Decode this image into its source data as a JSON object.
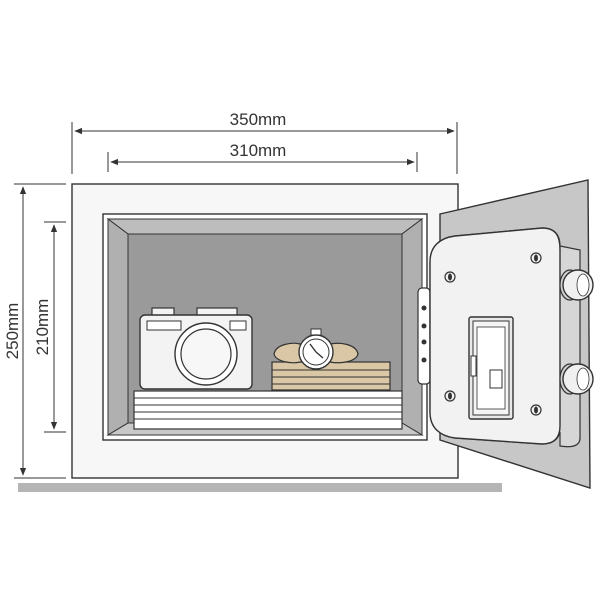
{
  "dimensions": {
    "outer_width": "350mm",
    "inner_width": "310mm",
    "outer_height": "250mm",
    "inner_height": "210mm"
  },
  "colors": {
    "line": "#333333",
    "body": "#f7f7f7",
    "interior": "#9a9a9a",
    "interior_side": "#bdbdbd",
    "door": "#c7c7c7",
    "door_panel": "#f2f2f2",
    "floor": "#b5b5b5"
  },
  "icons": [
    "camera-icon",
    "watch-icon",
    "book-stack-icon",
    "keypad-lock-icon",
    "handle-knob-icon",
    "hinge-icon"
  ]
}
